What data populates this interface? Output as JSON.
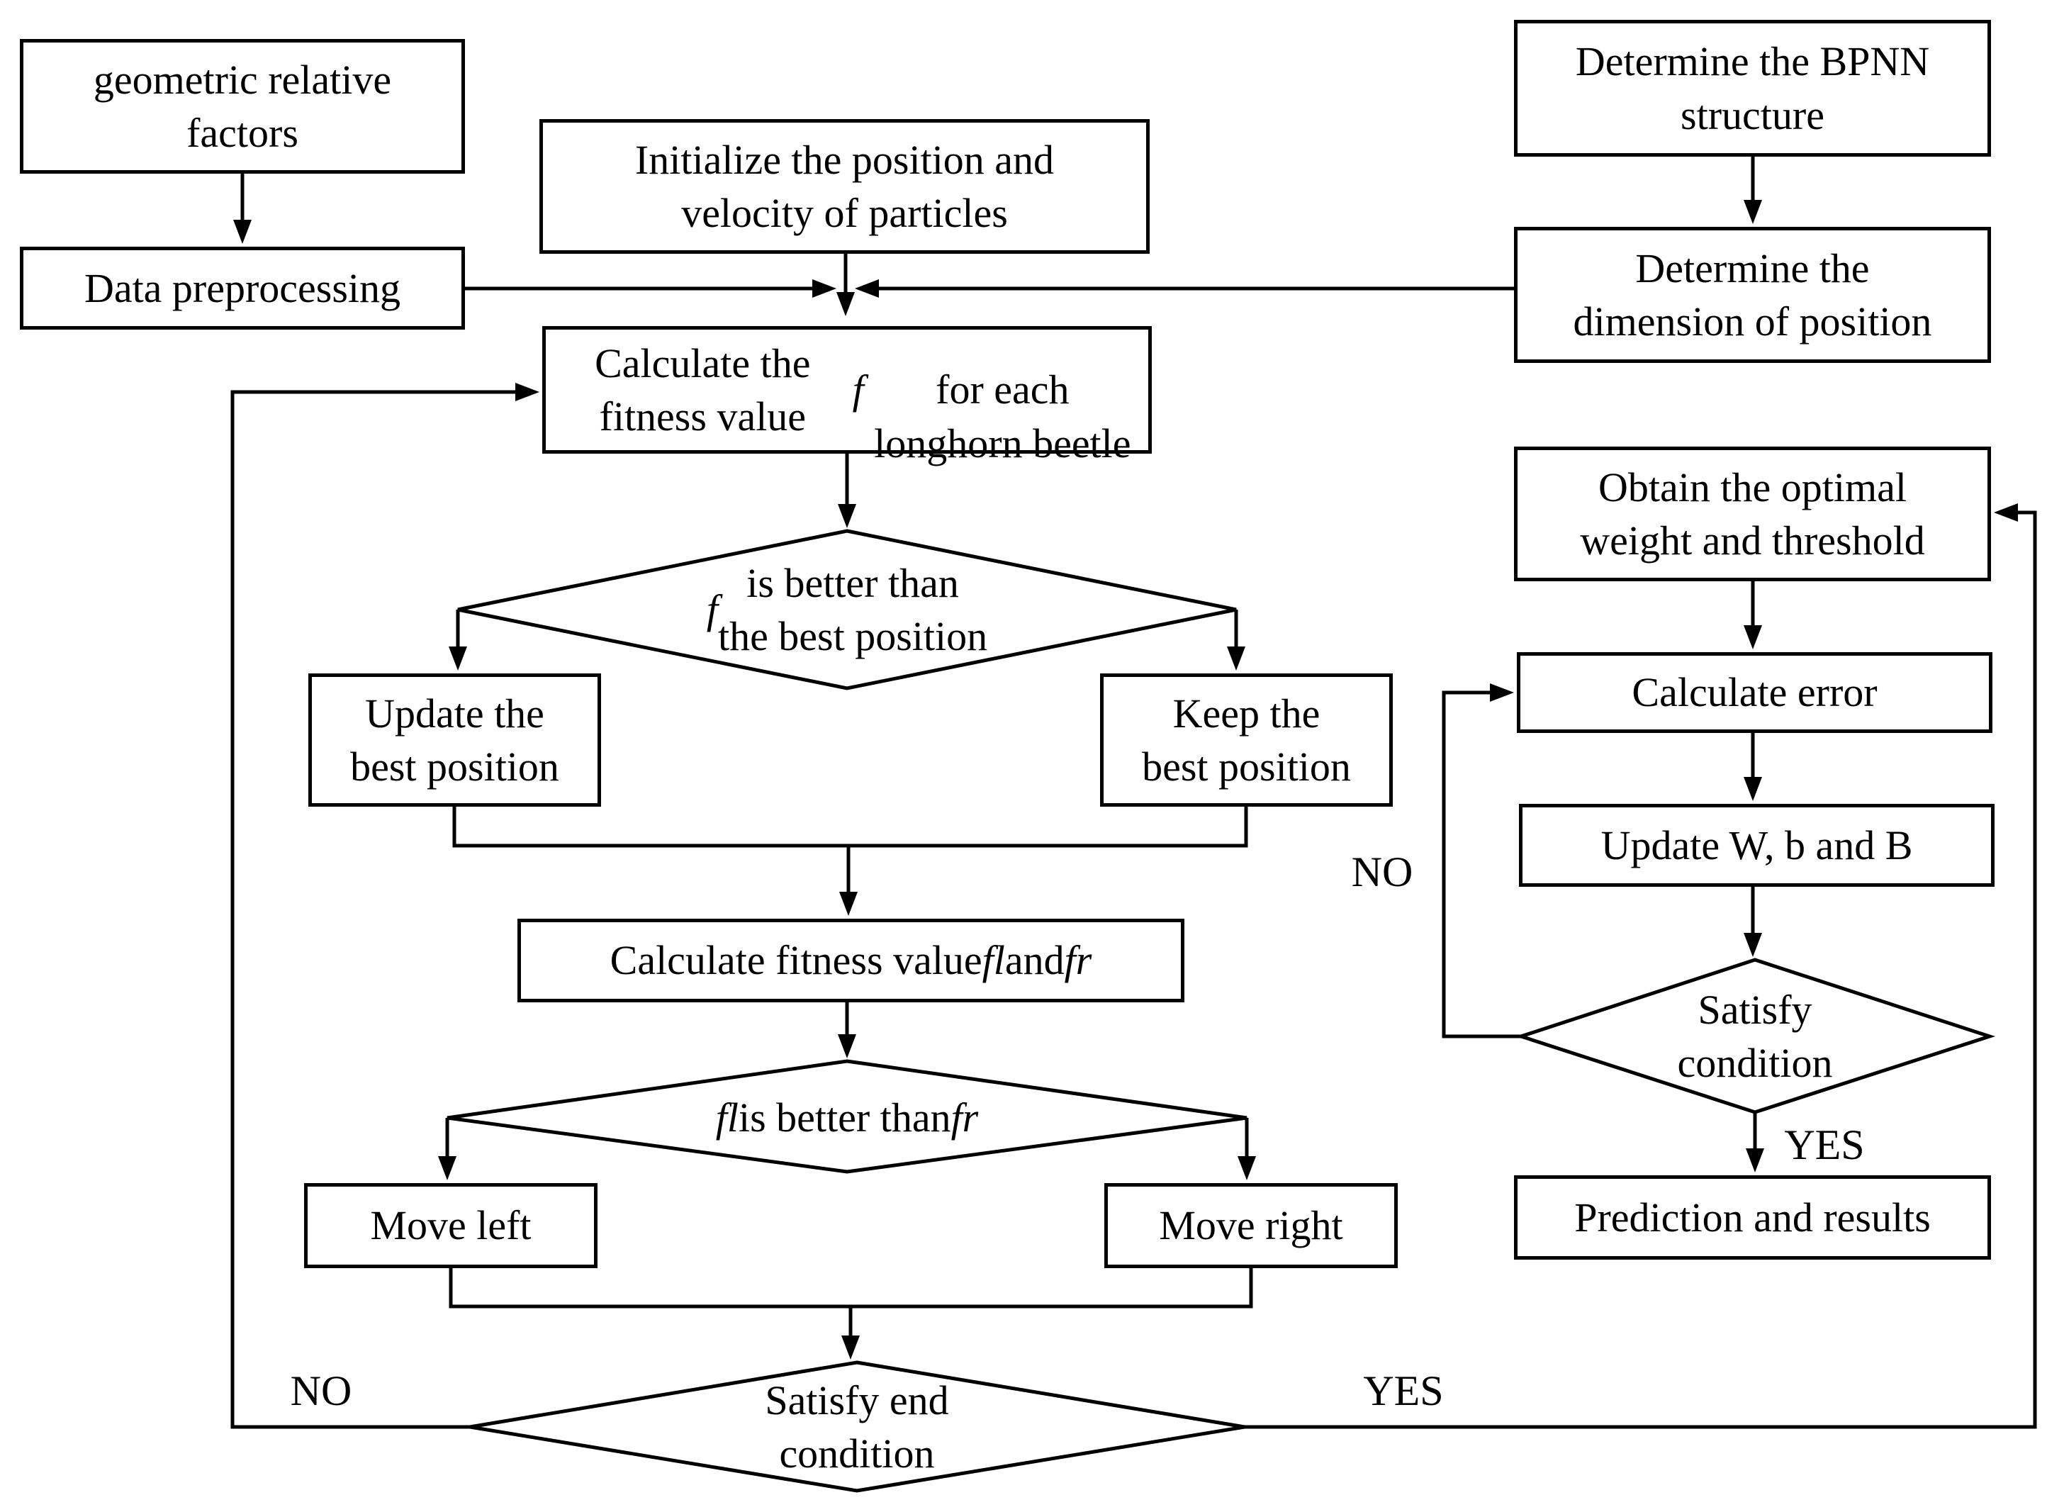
{
  "figure": {
    "type": "flowchart",
    "background_color": "#ffffff",
    "line_color": "#000000",
    "text_color": "#000000"
  },
  "nodes": {
    "geometric_factors": "geometric relative\nfactors",
    "data_preprocessing": "Data preprocessing",
    "initialize_particles": "Initialize the position and\nvelocity of particles",
    "bpnn_structure": "Determine the BPNN\nstructure",
    "dimension_position": "Determine the\ndimension of position",
    "calc_fitness_f": "Calculate the fitness value *f*\nfor each longhorn beetle",
    "f_better_than_best": "*f* is better than\nthe best position",
    "update_best": "Update the\nbest position",
    "keep_best": "Keep the\nbest position",
    "calc_fitness_fl_fr": "Calculate fitness value *fl* and *fr*",
    "fl_better_than_fr": "*fl* is better than *fr*",
    "move_left": "Move left",
    "move_right": "Move right",
    "satisfy_end_condition": "Satisfy end\ncondition",
    "obtain_optimal": "Obtain the optimal\nweight and threshold",
    "calculate_error": "Calculate error",
    "update_wbb": "Update W, b and B",
    "satisfy_condition": "Satisfy\ncondition",
    "prediction_results": "Prediction and results"
  },
  "edge_labels": {
    "end_no": "NO",
    "end_yes": "YES",
    "loop_no": "NO",
    "loop_yes": "YES"
  }
}
